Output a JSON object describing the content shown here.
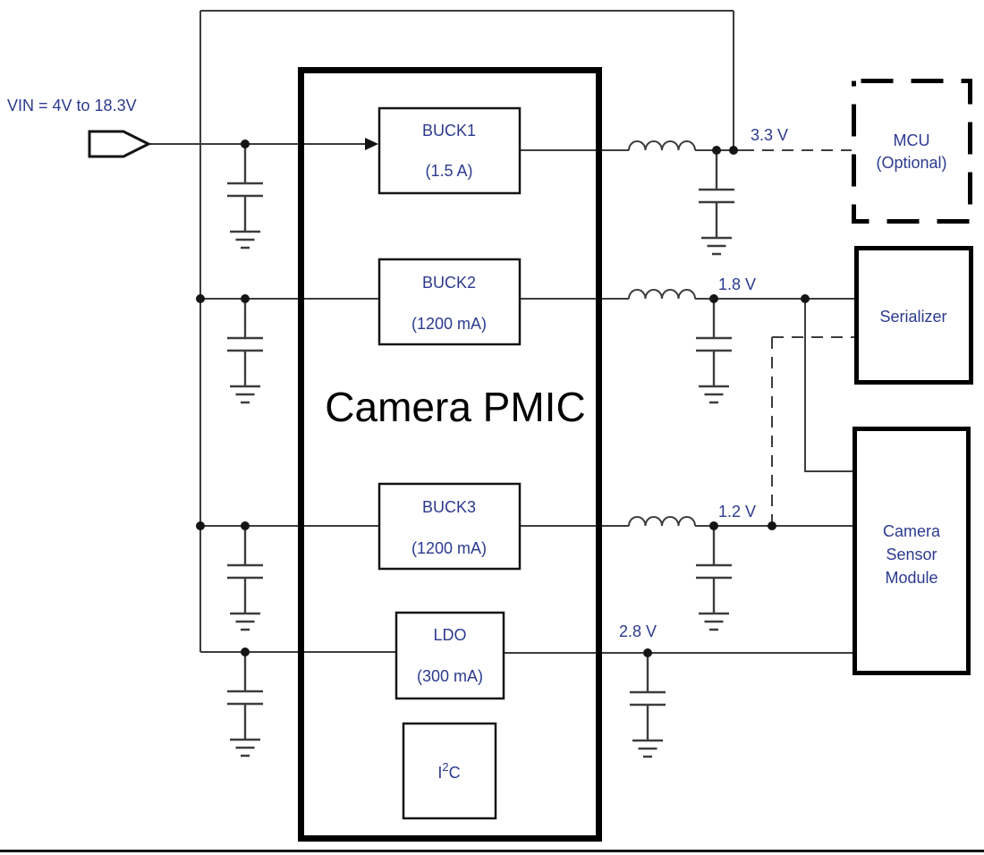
{
  "diagram": {
    "title": "Camera PMIC",
    "vin_label": "VIN = 4V to 18.3V",
    "blocks": {
      "buck1": {
        "name": "BUCK1",
        "rating": "(1.5 A)"
      },
      "buck2": {
        "name": "BUCK2",
        "rating": "(1200 mA)"
      },
      "buck3": {
        "name": "BUCK3",
        "rating": "(1200 mA)"
      },
      "ldo": {
        "name": "LDO",
        "rating": "(300 mA)"
      },
      "i2c": {
        "pre": "I",
        "sup": "2",
        "post": "C"
      }
    },
    "rails": {
      "r33": "3.3 V",
      "r18": "1.8 V",
      "r12": "1.2 V",
      "r28": "2.8 V"
    },
    "loads": {
      "mcu": {
        "line1": "MCU",
        "line2": "(Optional)"
      },
      "serializer": {
        "label": "Serializer"
      },
      "camera": {
        "line1": "Camera",
        "line2": "Sensor",
        "line3": "Module"
      }
    },
    "colors": {
      "label_blue": "#2b3a8f",
      "wire_gray": "#3d3d3d",
      "border_black": "#000000"
    }
  }
}
